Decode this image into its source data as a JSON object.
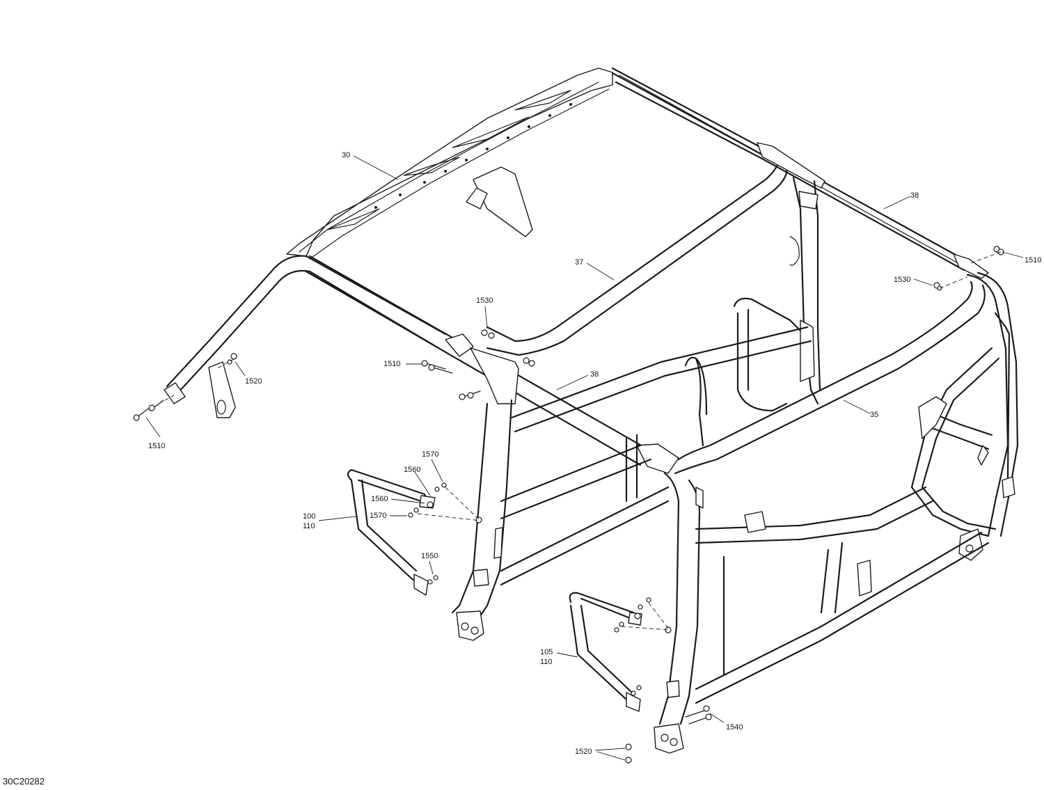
{
  "callouts": {
    "c30": "30",
    "c37": "37",
    "c38_top": "38",
    "c38_mid": "38",
    "c35": "35",
    "c1510_right": "1510",
    "c1530_right": "1530",
    "c1530_mid": "1530",
    "c1510_mid": "1510",
    "c1520_left": "1520",
    "c1510_left": "1510",
    "c1570_top": "1570",
    "c1560_top": "1560",
    "c1560_mid": "1560",
    "c1570_mid": "1570",
    "c100": "100",
    "c110_left": "110",
    "c1550": "1550",
    "c105": "105",
    "c110_right": "110",
    "c1540": "1540",
    "c1520_bottom": "1520"
  },
  "figure_id": "30C20282"
}
